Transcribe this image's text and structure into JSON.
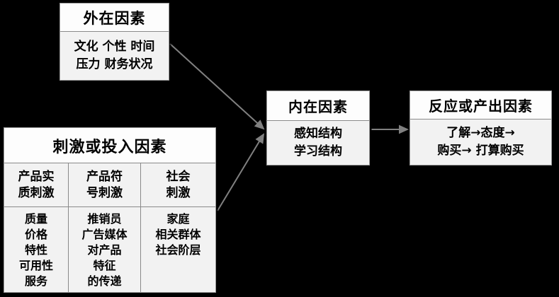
{
  "diagram": {
    "title_external": "外在因素",
    "external_lines": [
      "文化 个性 时间",
      "压力 财务状况"
    ],
    "title_stimulus": "刺激或投入因素",
    "stimulus_columns": [
      {
        "header_lines": [
          "产品实",
          "质刺激"
        ],
        "items": [
          "质量",
          "价格",
          "特性",
          "可用性",
          "服务"
        ]
      },
      {
        "header_lines": [
          "产品符",
          "号刺激"
        ],
        "items": [
          "推销员",
          "广告媒体",
          "对产品",
          "特征",
          "的传递"
        ]
      },
      {
        "header_lines": [
          "社会",
          "刺激"
        ],
        "items": [
          "家庭",
          "相关群体",
          "社会阶层"
        ]
      }
    ],
    "title_internal": "内在因素",
    "internal_lines": [
      "感知结构",
      "学习结构"
    ],
    "title_response": "反应或产出因素",
    "response_lines": [
      "了解→态度→",
      "购买→ 打算购买"
    ],
    "colors": {
      "background": "#000000",
      "box_body": "#f2f2f2",
      "box_header": "#fdfdfd",
      "border": "#9a9a9a",
      "arrow": "#808080",
      "text": "#000000"
    },
    "connectors": [
      {
        "name": "external-to-internal",
        "from": "外在因素",
        "to": "内在因素"
      },
      {
        "name": "stimulus-to-internal",
        "from": "刺激或投入因素",
        "to": "内在因素"
      },
      {
        "name": "internal-to-response",
        "from": "内在因素",
        "to": "反应或产出因素"
      }
    ]
  }
}
